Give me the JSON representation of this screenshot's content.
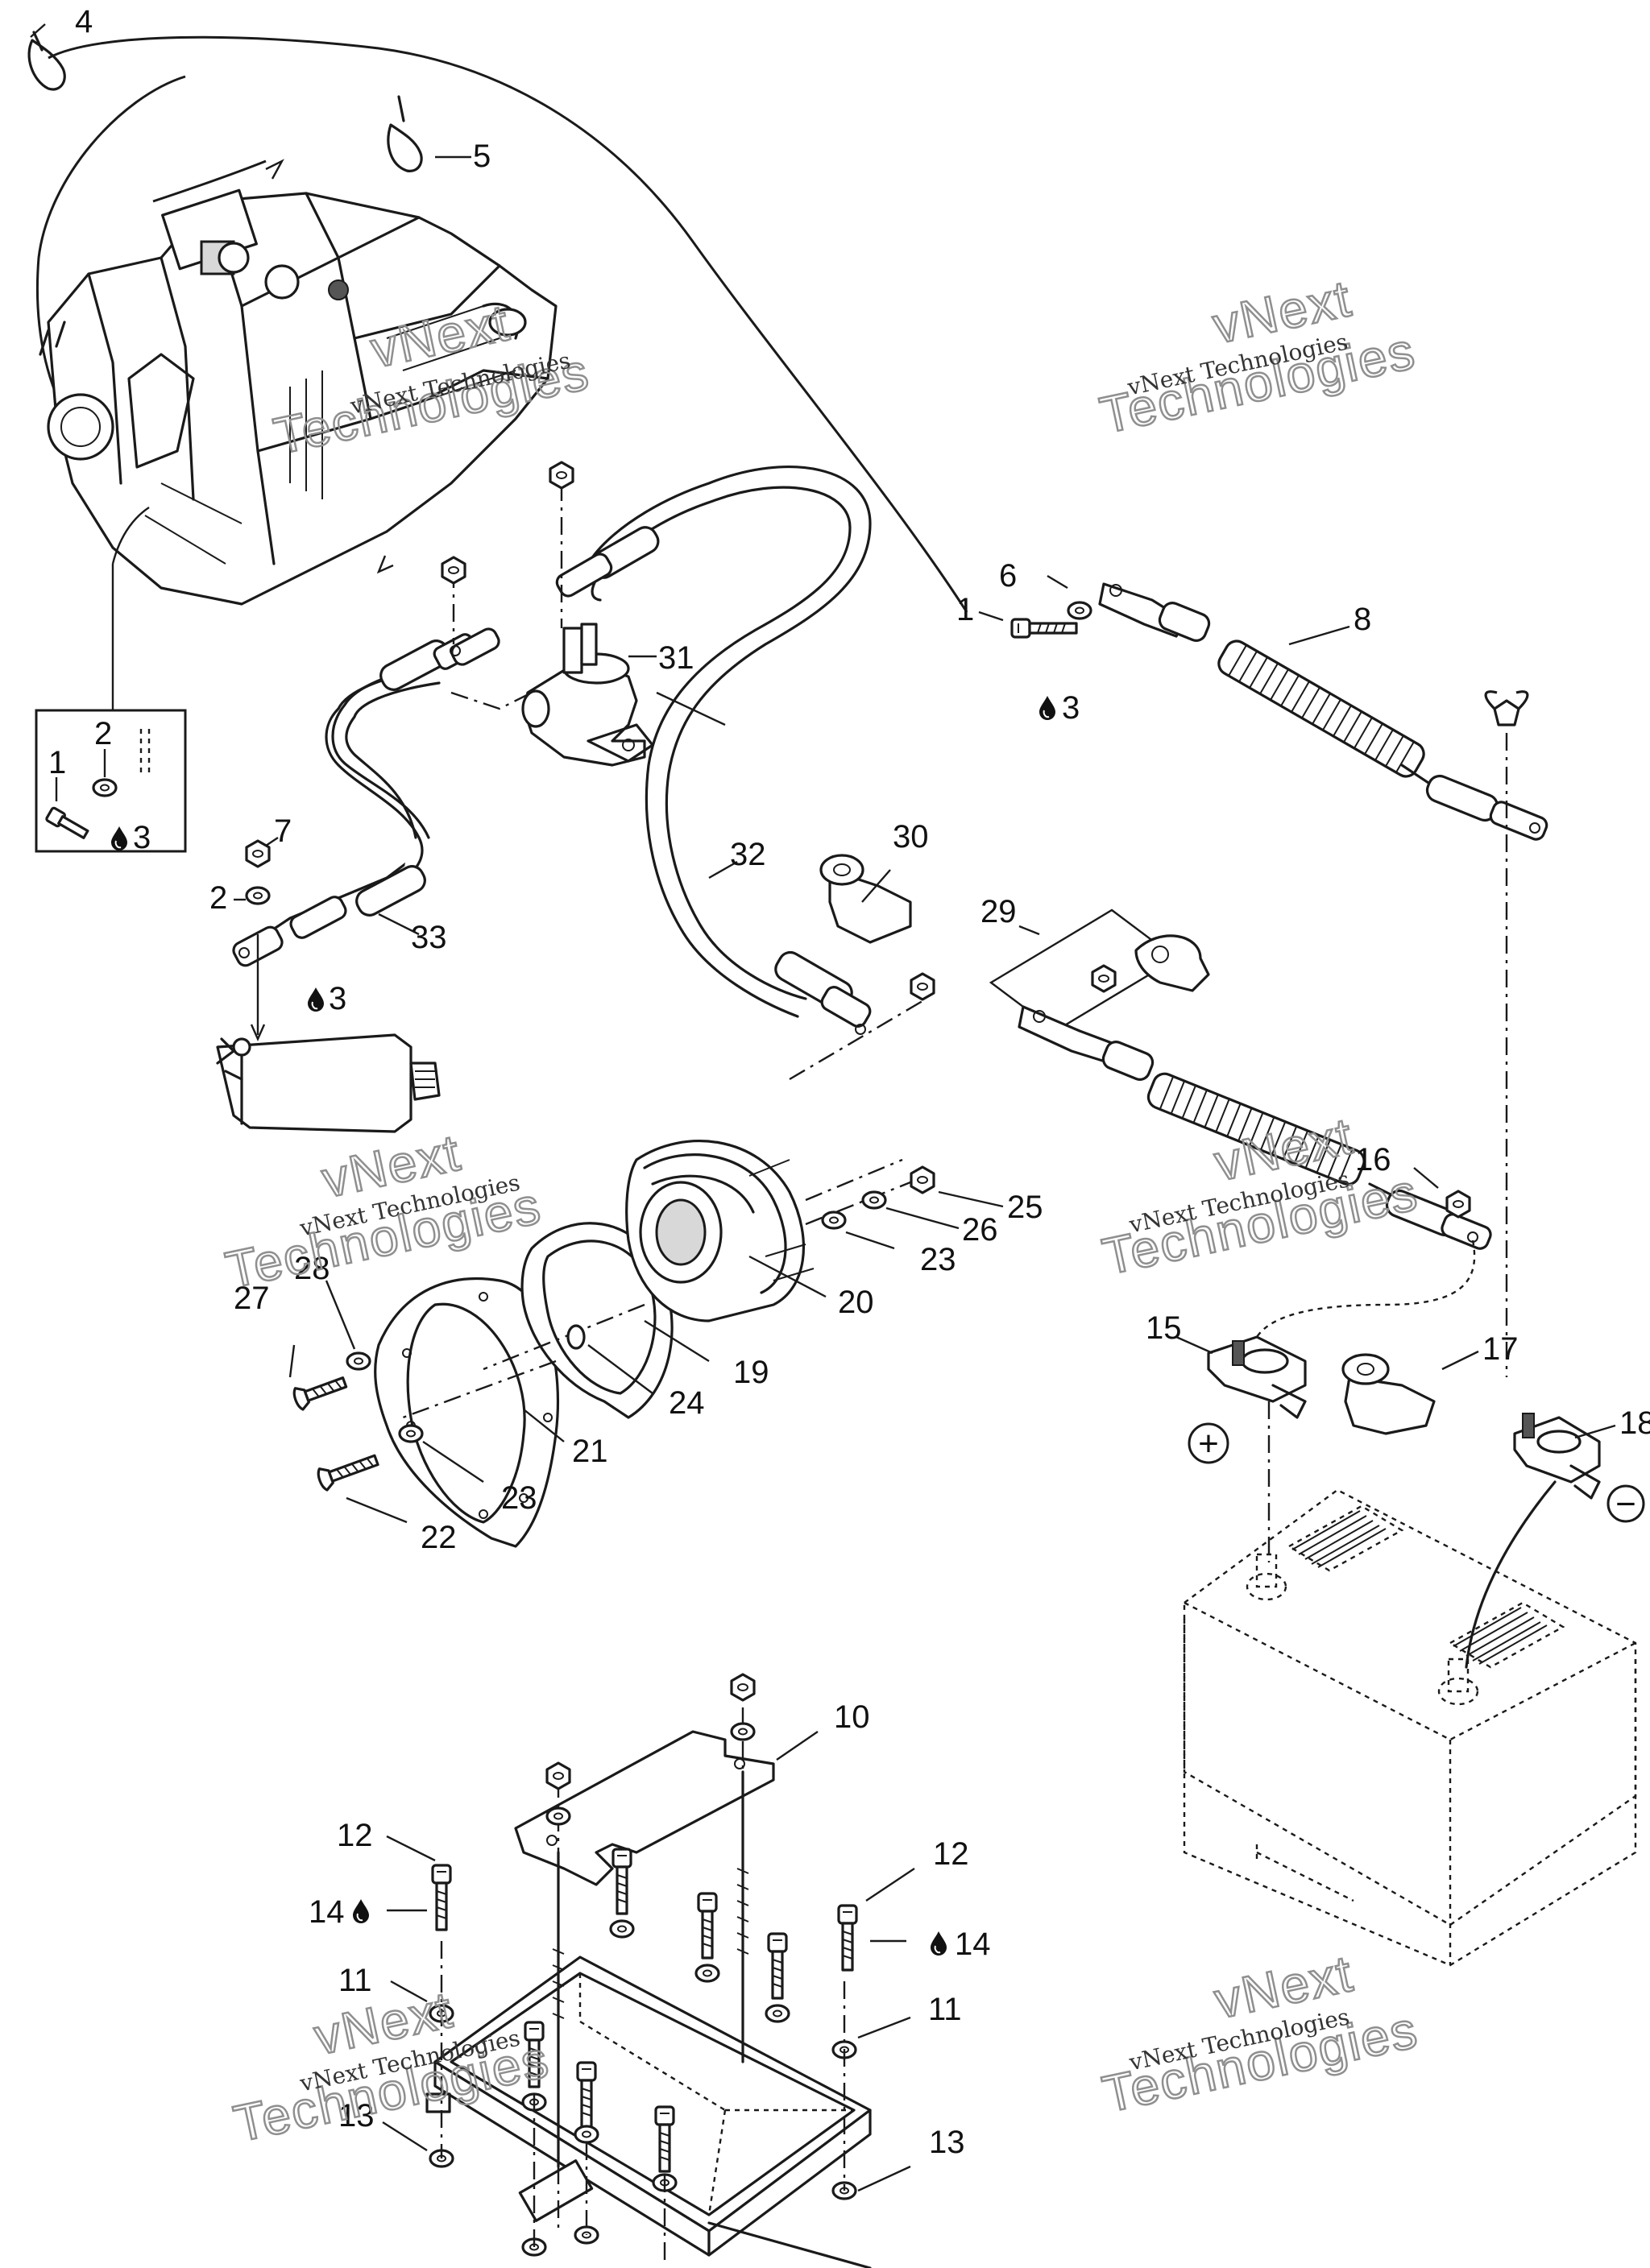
{
  "callouts": {
    "c1a": "1",
    "c1b": "1",
    "c2a": "2",
    "c2b": "2",
    "c3a": "3",
    "c3b": "3",
    "c3c": "3",
    "c4": "4",
    "c5": "5",
    "c6": "6",
    "c7": "7",
    "c8": "8",
    "c10": "10",
    "c11a": "11",
    "c11b": "11",
    "c12a": "12",
    "c12b": "12",
    "c13a": "13",
    "c13b": "13",
    "c14a": "14",
    "c14b": "14",
    "c15": "15",
    "c16": "16",
    "c17": "17",
    "c18": "18",
    "c19": "19",
    "c20": "20",
    "c21": "21",
    "c22": "22",
    "c23a": "23",
    "c23b": "23",
    "c24": "24",
    "c25": "25",
    "c26": "26",
    "c27": "27",
    "c28": "28",
    "c29": "29",
    "c30": "30",
    "c31": "31",
    "c32": "32",
    "c33": "33"
  },
  "polarity": {
    "positive": "+",
    "negative": "−"
  },
  "watermark": {
    "line": "vNext Technologies",
    "word1": "vNext",
    "word2": "Technologies"
  },
  "icons": [
    "oil-drop-icon",
    "cable-tie-icon",
    "engine-illustration",
    "starter-motor-illustration",
    "battery-illustration",
    "solenoid-illustration"
  ]
}
